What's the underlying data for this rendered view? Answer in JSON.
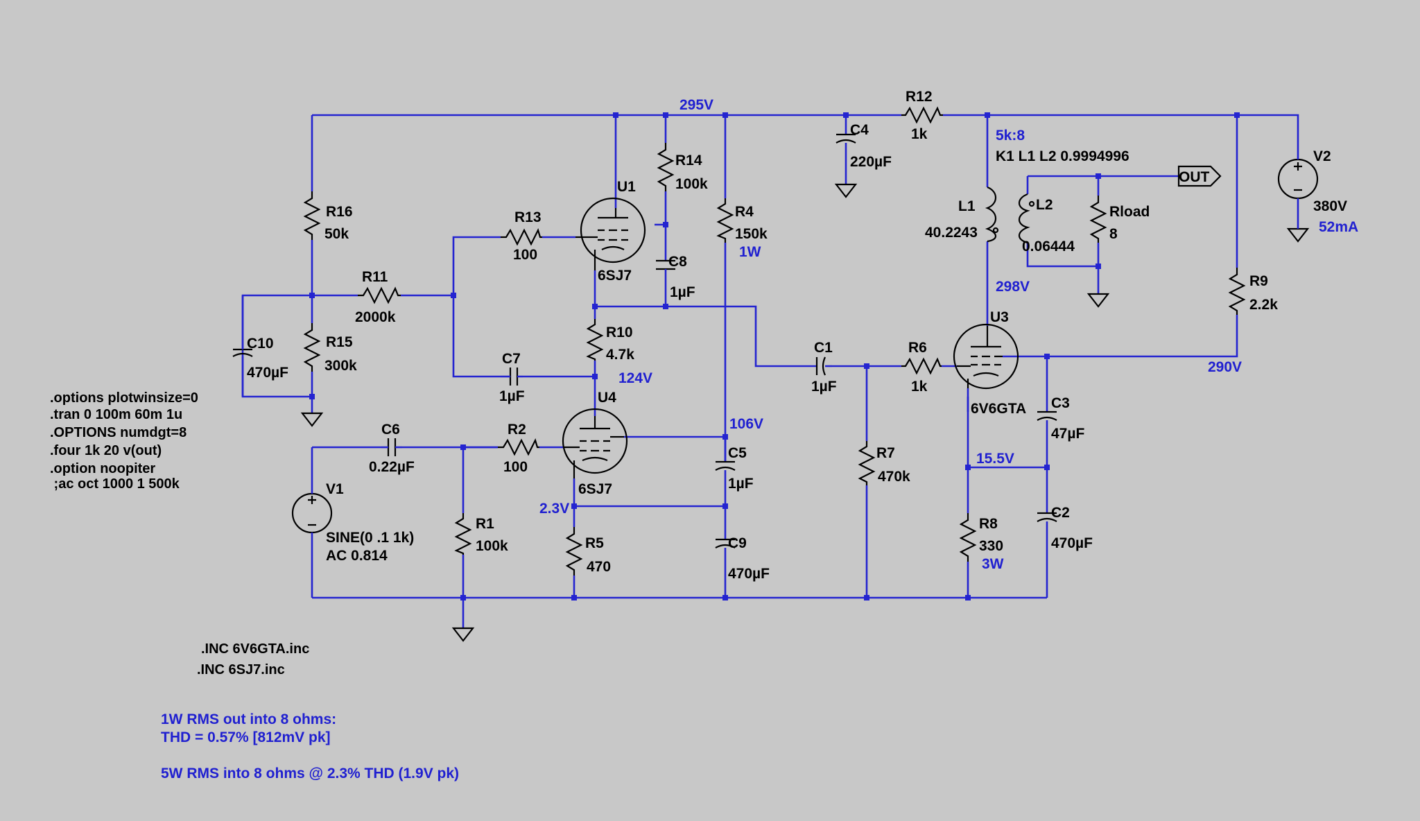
{
  "nodes": {
    "v295": "295V",
    "v124": "124V",
    "v106": "106V",
    "v2_3": "2.3V",
    "v298": "298V",
    "v290": "290V",
    "v15_5": "15.5V",
    "i52": "52mA"
  },
  "components": {
    "R16": {
      "name": "R16",
      "value": "50k"
    },
    "R15": {
      "name": "R15",
      "value": "300k"
    },
    "R11": {
      "name": "R11",
      "value": "2000k"
    },
    "C10": {
      "name": "C10",
      "value": "470µF"
    },
    "R13": {
      "name": "R13",
      "value": "100"
    },
    "U1": {
      "name": "U1",
      "value": "6SJ7"
    },
    "R14": {
      "name": "R14",
      "value": "100k"
    },
    "C8": {
      "name": "C8",
      "value": "1µF"
    },
    "R4": {
      "name": "R4",
      "value": "150k",
      "rating": "1W"
    },
    "C4": {
      "name": "C4",
      "value": "220µF"
    },
    "R12": {
      "name": "R12",
      "value": "1k"
    },
    "R10": {
      "name": "R10",
      "value": "4.7k"
    },
    "C7": {
      "name": "C7",
      "value": "1µF"
    },
    "U4": {
      "name": "U4",
      "value": "6SJ7"
    },
    "C6": {
      "name": "C6",
      "value": "0.22µF"
    },
    "R2": {
      "name": "R2",
      "value": "100"
    },
    "V1": {
      "name": "V1",
      "value": "SINE(0 .1 1k)",
      "ac": "AC 0.814"
    },
    "R1": {
      "name": "R1",
      "value": "100k"
    },
    "R5": {
      "name": "R5",
      "value": "470"
    },
    "C5": {
      "name": "C5",
      "value": "1µF"
    },
    "C9": {
      "name": "C9",
      "value": "470µF"
    },
    "C1": {
      "name": "C1",
      "value": "1µF"
    },
    "R6": {
      "name": "R6",
      "value": "1k"
    },
    "R7": {
      "name": "R7",
      "value": "470k"
    },
    "L1": {
      "name": "L1",
      "value": "40.2243"
    },
    "L2": {
      "name": "L2",
      "value": "0.06444"
    },
    "Rload": {
      "name": "Rload",
      "value": "8"
    },
    "U3": {
      "name": "U3",
      "value": "6V6GTA"
    },
    "C3": {
      "name": "C3",
      "value": "47µF"
    },
    "C2": {
      "name": "C2",
      "value": "470µF"
    },
    "R8": {
      "name": "R8",
      "value": "330",
      "rating": "3W"
    },
    "R9": {
      "name": "R9",
      "value": "2.2k"
    },
    "V2": {
      "name": "V2",
      "value": "380V"
    }
  },
  "transformer": {
    "ratio": "5k:8",
    "coupling": "K1 L1 L2 0.9994996"
  },
  "out_label": "OUT",
  "directives": [
    ".options plotwinsize=0",
    ".tran 0 100m 60m 1u",
    ".OPTIONS numdgt=8",
    ".four 1k 20 v(out)",
    ".option noopiter",
    " ;ac oct 1000 1 500k"
  ],
  "includes": [
    ".INC 6V6GTA.inc",
    ".INC 6SJ7.inc"
  ],
  "notes": [
    "1W RMS out into 8 ohms:",
    "THD = 0.57% [812mV pk]",
    "5W RMS into 8 ohms @ 2.3% THD (1.9V pk)"
  ]
}
